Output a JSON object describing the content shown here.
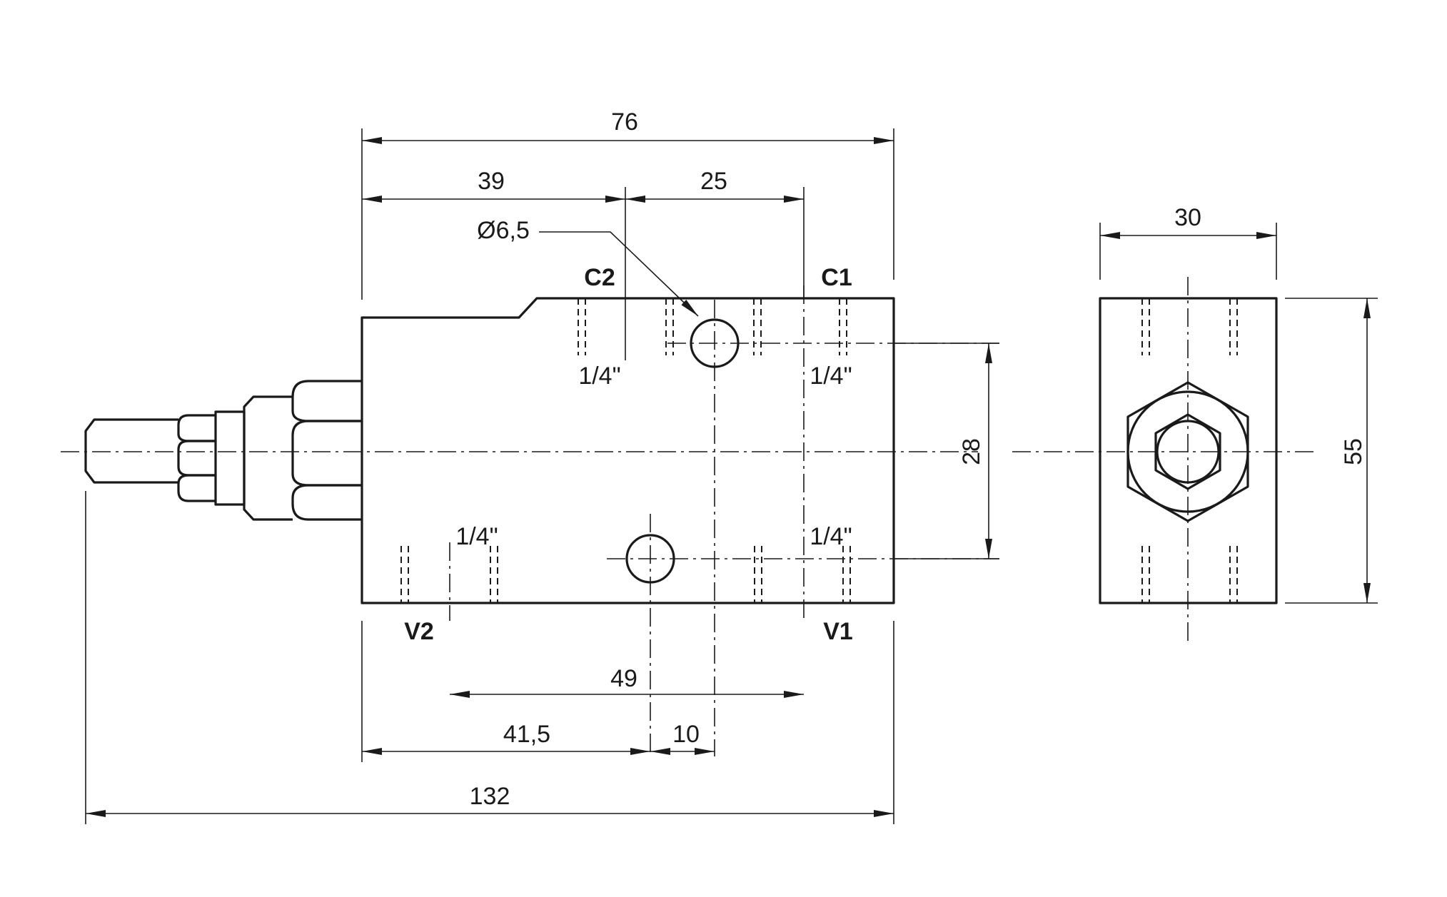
{
  "drawing": {
    "dimensions": {
      "overall_width": "76",
      "c2_offset": "39",
      "c2_c1_spacing": "25",
      "hole_diameter": "Ø6,5",
      "mount_hole_spacing": "28",
      "v2_v1_spacing": "49",
      "v2_hole_offset": "41,5",
      "hole_offset_10": "10",
      "total_length": "132",
      "side_width": "30",
      "side_height": "55"
    },
    "ports": {
      "c2": "C2",
      "c1": "C1",
      "v2": "V2",
      "v1": "V1"
    },
    "thread_sizes": {
      "c2": "1/4\"",
      "c1": "1/4\"",
      "v2": "1/4\"",
      "v1": "1/4\""
    }
  }
}
